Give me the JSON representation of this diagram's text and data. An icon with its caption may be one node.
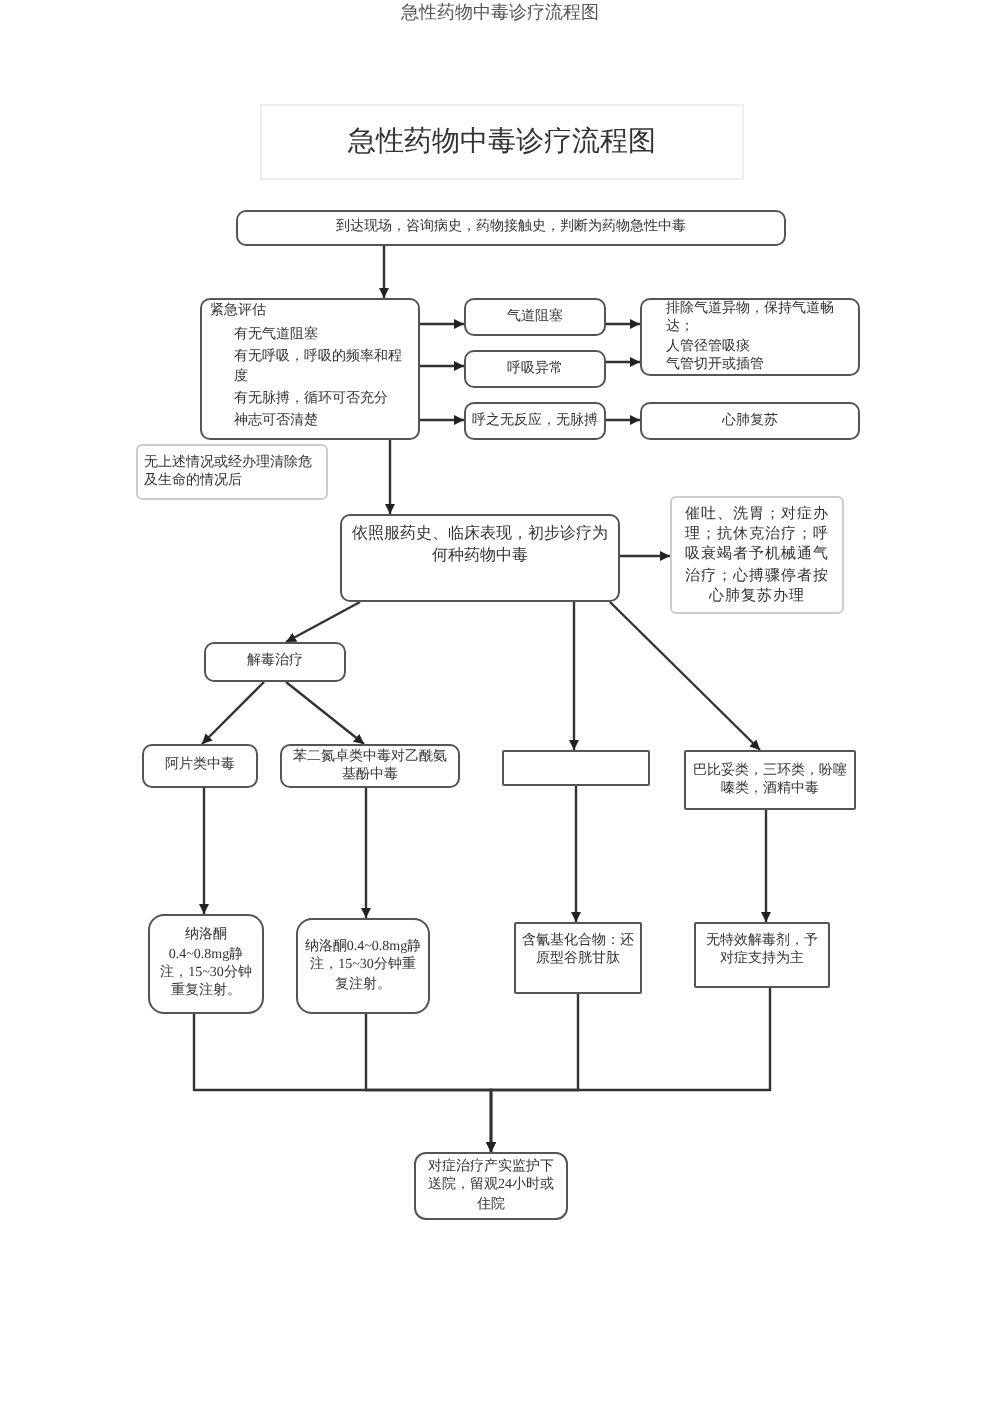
{
  "diagram": {
    "title": "急性药物中毒诊疗流程图",
    "nodes": [
      {
        "text": [
          "到达现场，咨询病史，药物接触史，判断为药物急性中毒"
        ]
      },
      {
        "text": [
          "紧急评估",
          "有无气道阻塞",
          "有无呼吸，呼吸的频率和程度",
          "有无脉搏，循环可否充分",
          "神志可否清楚"
        ]
      },
      {
        "text": [
          "气道阻塞"
        ]
      },
      {
        "text": [
          "呼吸异常"
        ]
      },
      {
        "text": [
          "呼之无反应，无脉搏"
        ]
      },
      {
        "text": [
          "排除气道异物，保持气道畅达；",
          "人管径管吸痰",
          "气管切开或插管"
        ]
      },
      {
        "text": [
          "心肺复苏"
        ]
      },
      {
        "text": [
          "无上述情况或经办理清除危及生命的情况后"
        ]
      },
      {
        "text": [
          "依照服药史、临床表现，初步诊疗为何种药物中毒"
        ]
      },
      {
        "text": [
          "催吐、洗胃；对症办理；抗休克治疗；呼吸衰竭者予机械通气治疗；心搏骤停者按心肺复苏办理"
        ]
      },
      {
        "text": [
          "解毒治疗"
        ]
      },
      {
        "text": [
          "阿片类中毒"
        ]
      },
      {
        "text": [
          "苯二氮卓类中毒对乙酰氨基酚中毒"
        ]
      },
      {
        "text": [],
        "shape": "box"
      },
      {
        "text": [
          "巴比妥类，三环类，吩噻嗪类，酒精中毒"
        ]
      },
      {
        "text": [
          "纳洛酮0.4~0.8mg静注，15~30分钟重复注射。"
        ]
      },
      {
        "text": [
          "纳洛酮0.4~0.8mg静注，15~30分钟重复注射。"
        ]
      },
      {
        "text": [
          "含氰基化合物：还原型谷胱甘肽"
        ]
      },
      {
        "text": [
          "无特效解毒剂，予对症支持为主"
        ]
      },
      {
        "text": [
          "对症治疗产实监护下送院，留观24小时或住院"
        ]
      }
    ],
    "edges": [
      {
        "from": 0,
        "to": 1,
        "arrow": "to"
      },
      {
        "from": 1,
        "to": 2,
        "arrow": "to"
      },
      {
        "from": 1,
        "to": 3,
        "arrow": "to"
      },
      {
        "from": 1,
        "to": 4,
        "arrow": "to"
      },
      {
        "from": 2,
        "to": 5,
        "arrow": "to"
      },
      {
        "from": 3,
        "to": 5,
        "arrow": "to"
      },
      {
        "from": 4,
        "to": 6,
        "arrow": "to"
      },
      {
        "from": 1,
        "to": 8,
        "arrow": "to"
      },
      {
        "from": 8,
        "to": 9,
        "arrow": "to"
      },
      {
        "from": 8,
        "to": 10,
        "arrow": "to"
      },
      {
        "from": 8,
        "to": 13,
        "arrow": "to"
      },
      {
        "from": 8,
        "to": 14,
        "arrow": "to"
      },
      {
        "from": 10,
        "to": 11,
        "arrow": "to"
      },
      {
        "from": 10,
        "to": 12,
        "arrow": "to"
      },
      {
        "from": 11,
        "to": 15,
        "arrow": "to"
      },
      {
        "from": 12,
        "to": 16,
        "arrow": "to"
      },
      {
        "from": 13,
        "to": 17,
        "arrow": "to"
      },
      {
        "from": 14,
        "to": 18,
        "arrow": "to"
      },
      {
        "from": 15,
        "to": 19,
        "arrow": "to"
      },
      {
        "from": 16,
        "to": 19,
        "arrow": "to"
      },
      {
        "from": 17,
        "to": 19,
        "arrow": "to"
      },
      {
        "from": 18,
        "to": 19,
        "arrow": "to"
      }
    ],
    "labels": [
      "急性药物中毒诊疗流程图"
    ]
  }
}
